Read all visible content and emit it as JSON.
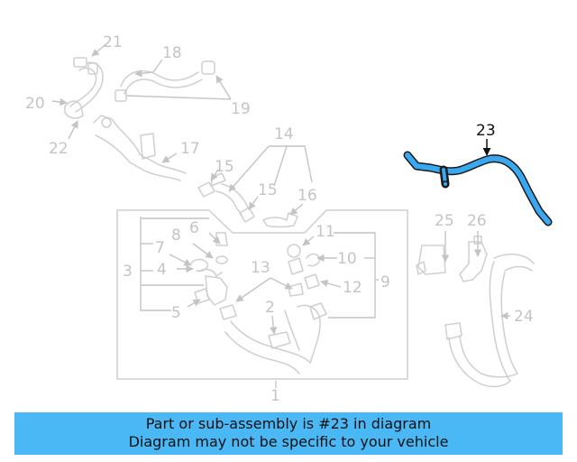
{
  "callouts": {
    "c1": "1",
    "c2": "2",
    "c3": "3",
    "c4": "4",
    "c5": "5",
    "c6": "6",
    "c7": "7",
    "c8": "8",
    "c9": "9",
    "c10": "10",
    "c11": "11",
    "c12": "12",
    "c13": "13",
    "c14": "14",
    "c15a": "15",
    "c15b": "15",
    "c16": "16",
    "c17": "17",
    "c18": "18",
    "c19": "19",
    "c20": "20",
    "c21": "21",
    "c22": "22",
    "c23": "23",
    "c24": "24",
    "c25": "25",
    "c26": "26"
  },
  "highlighted_part": "23",
  "colors": {
    "highlight_fill": "#3aa8f0",
    "banner_bg": "#4ab8f4",
    "line_gray": "#c4c4c4"
  },
  "banner": {
    "line1": "Part or sub-assembly is #23 in diagram",
    "line2": "Diagram may not be specific to your vehicle"
  }
}
